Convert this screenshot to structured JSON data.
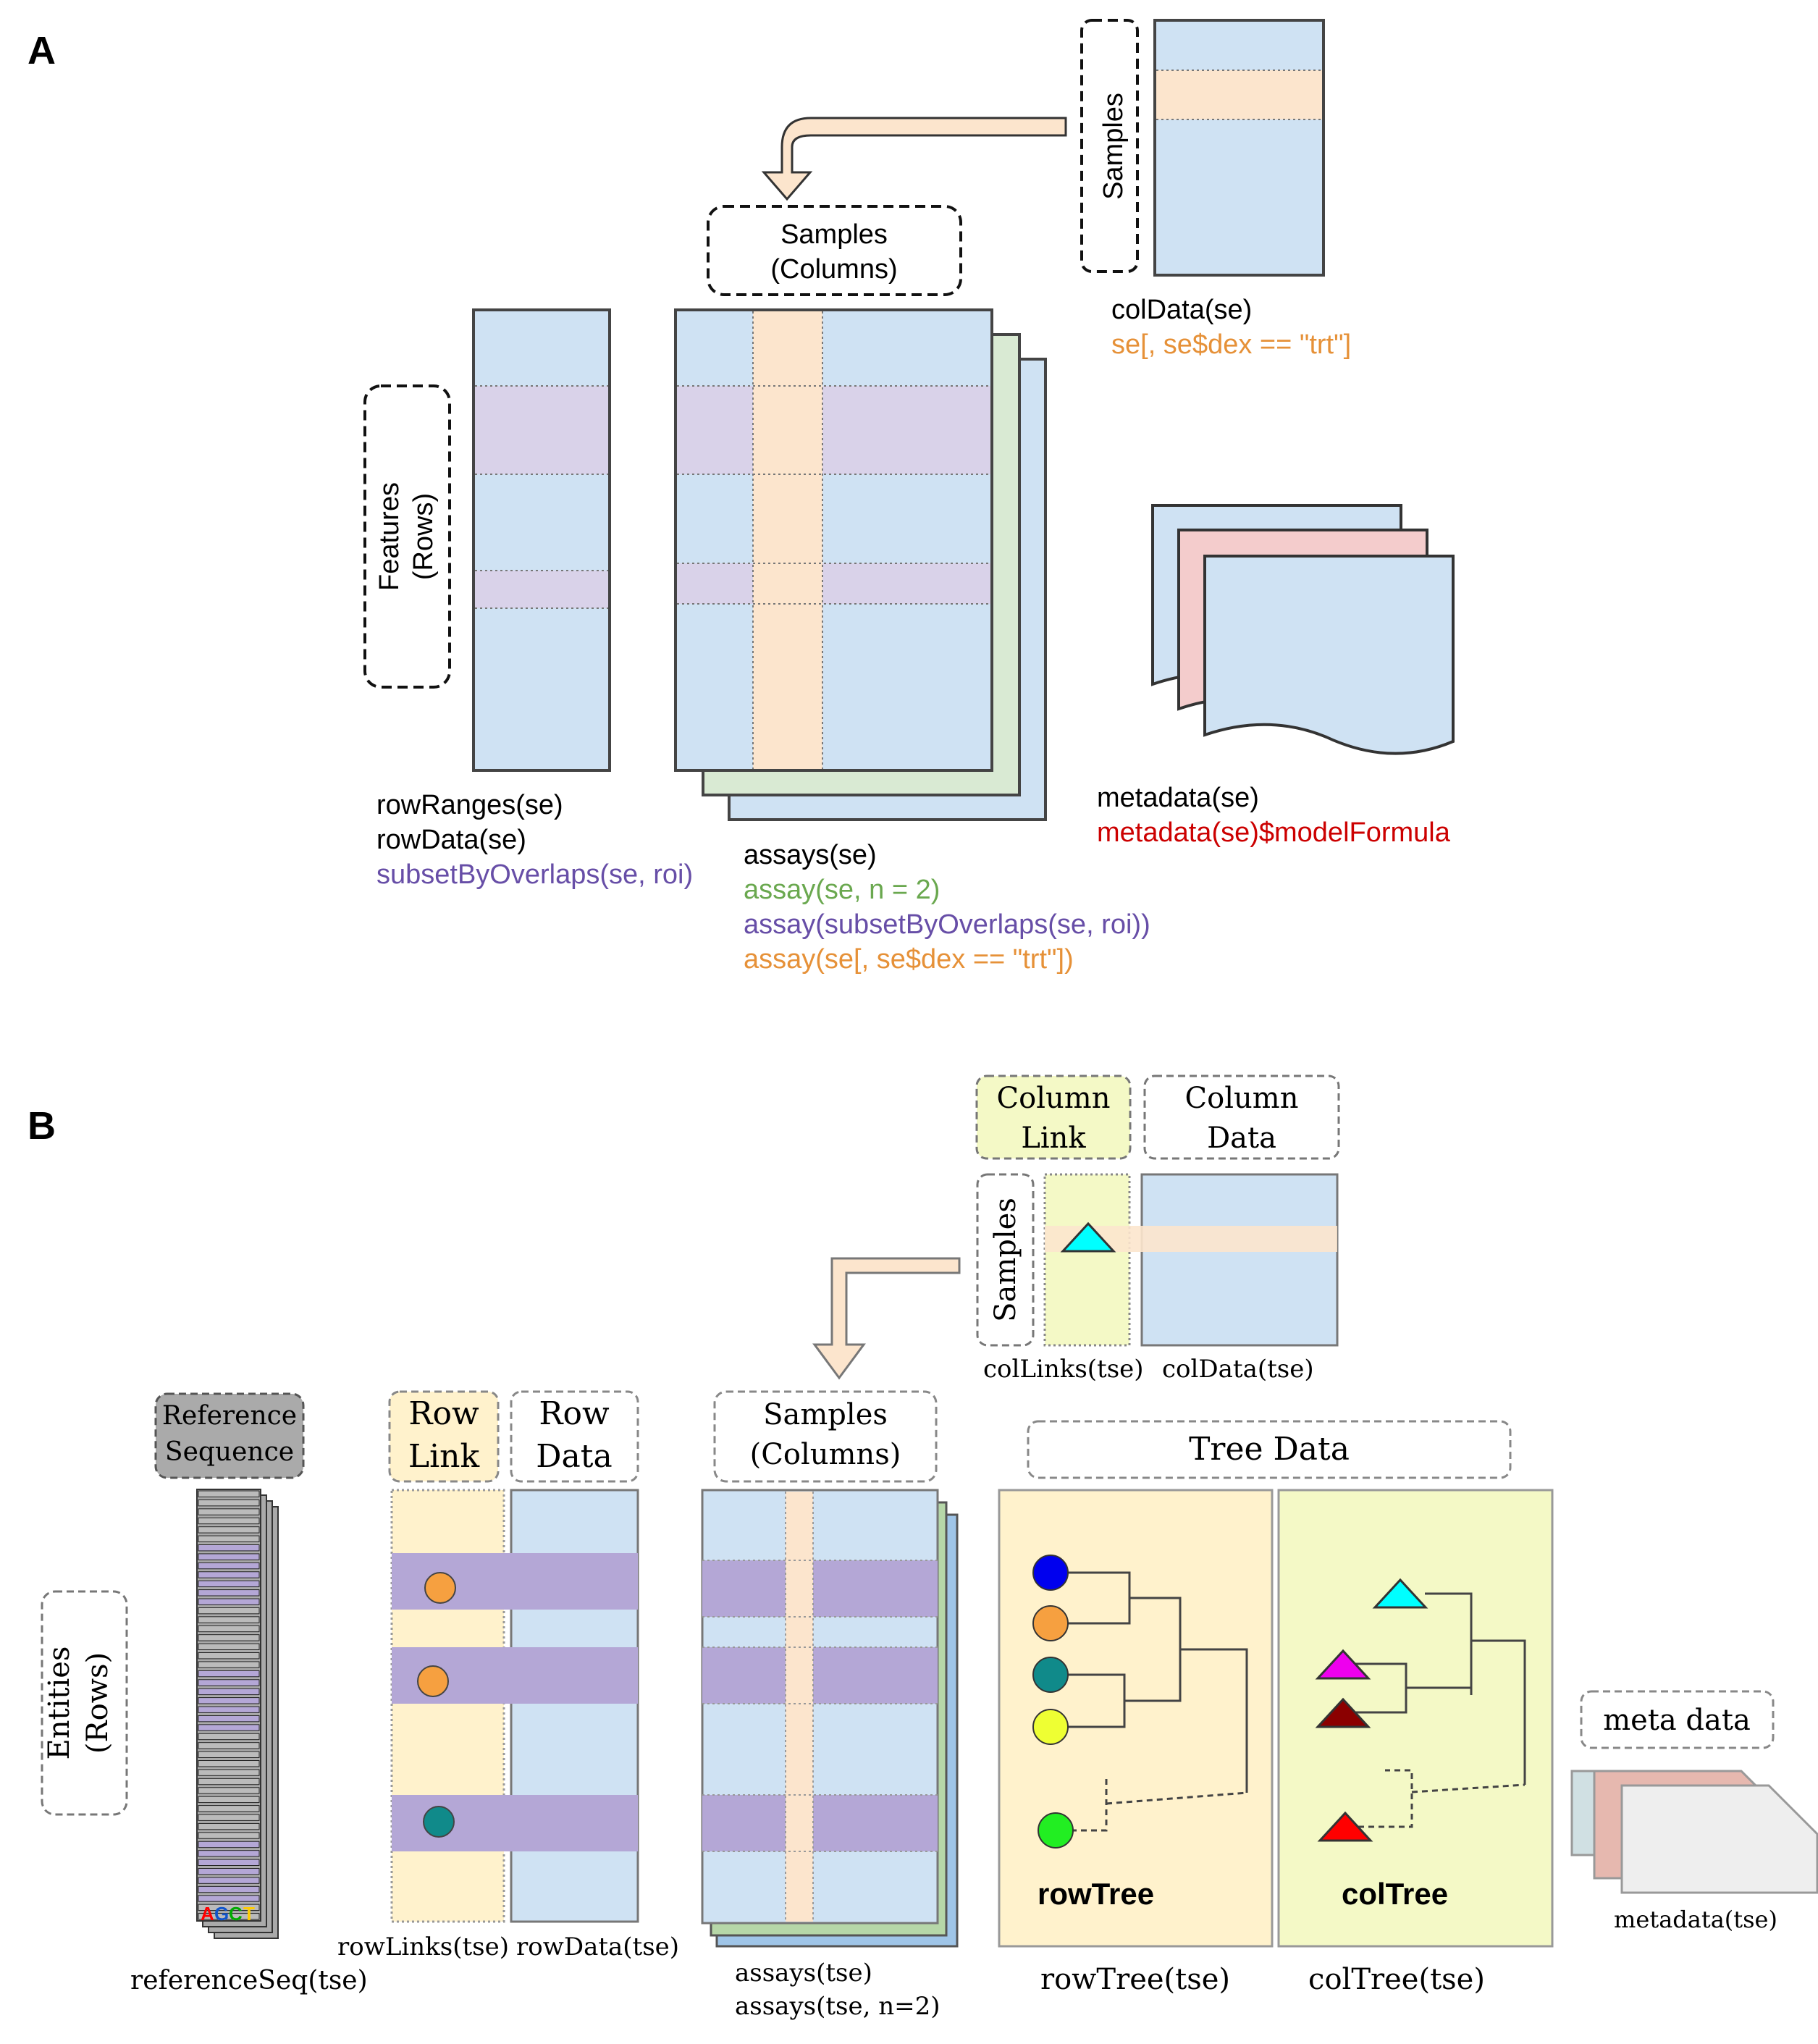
{
  "panel_a": {
    "label": "A",
    "samples_vertical": "Samples",
    "samples_columns_box": [
      "Samples",
      "(Columns)"
    ],
    "features_rows_box": [
      "Features",
      "(Rows)"
    ],
    "coldata": {
      "line1": "colData(se)",
      "line2": "se[, se$dex == \"trt\"]"
    },
    "rowranges": {
      "line1": "rowRanges(se)",
      "line2": "rowData(se)",
      "line3": "subsetByOverlaps(se, roi)"
    },
    "assays": {
      "line1": "assays(se)",
      "line2": "assay(se, n = 2)",
      "line3": "assay(subsetByOverlaps(se, roi))",
      "line4": "assay(se[, se$dex == \"trt\"])"
    },
    "metadata": {
      "line1": "metadata(se)",
      "line2": "metadata(se)$modelFormula"
    }
  },
  "panel_b": {
    "label": "B",
    "column_link_box": [
      "Column",
      "Link"
    ],
    "column_data_box": [
      "Column",
      "Data"
    ],
    "samples_vertical": "Samples",
    "collinks_label": "colLinks(tse)",
    "coldata_label": "colData(tse)",
    "reference_box": [
      "Reference",
      "Sequence"
    ],
    "row_link_box": [
      "Row",
      "Link"
    ],
    "row_data_box": [
      "Row",
      "Data"
    ],
    "samples_columns_box": [
      "Samples",
      "(Columns)"
    ],
    "tree_data_box": "Tree Data",
    "entities_box": [
      "Entities",
      "(Rows)"
    ],
    "meta_data_box": "meta data",
    "dna_letters": [
      "A",
      "G",
      "C",
      "T"
    ],
    "rowtree_title": "rowTree",
    "coltree_title": "colTree",
    "refseq_label": "referenceSeq(tse)",
    "rowlinks_label": "rowLinks(tse)",
    "rowdata_label": "rowData(tse)",
    "assays_line1": "assays(tse)",
    "assays_line2": "assays(tse, n=2)",
    "rowtree_label": "rowTree(tse)",
    "coltree_label": "colTree(tse)",
    "metadata_label": "metadata(tse)"
  },
  "colors": {
    "assay_blue": "#cfe2f3",
    "assay_green": "#d9ead3",
    "highlight_orange": "#fce5cd",
    "highlight_purple": "#d9d2e9",
    "highlight_purple_b": "#b4a7d6",
    "metadata_pink": "#f4cccc",
    "row_link_yellow": "#fff2cc",
    "col_link_yellow": "#f4f9c6",
    "text_orange": "#e69138",
    "text_purple": "#674ea7",
    "text_green": "#6aa84f",
    "text_red": "#cc0000"
  },
  "icons": [
    "curved-arrow-icon",
    "bent-arrow-icon",
    "circle-node-icon",
    "triangle-node-icon",
    "document-stack-icon"
  ]
}
